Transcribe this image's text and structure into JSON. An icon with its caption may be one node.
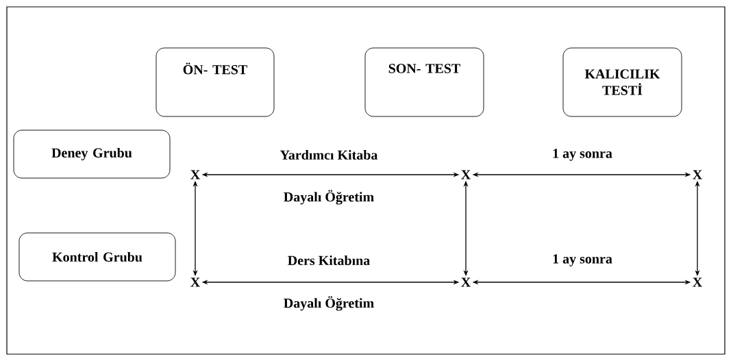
{
  "diagram": {
    "nodes": [
      {
        "text": [
          "ÖN- TEST"
        ]
      },
      {
        "text": [
          "SON- TEST"
        ]
      },
      {
        "text": [
          "KALICILIK TESTİ"
        ]
      },
      {
        "text": [
          "Deney Grubu"
        ]
      },
      {
        "text": [
          "Kontrol Grubu"
        ]
      },
      {
        "text": [
          "X"
        ]
      },
      {
        "text": [
          "X"
        ]
      },
      {
        "text": [
          "X"
        ]
      },
      {
        "text": [
          "X"
        ]
      },
      {
        "text": [
          "X"
        ]
      },
      {
        "text": [
          "X"
        ]
      }
    ],
    "edges": [
      {
        "from": 5,
        "to": 6,
        "arrow": "both"
      },
      {
        "from": 5,
        "to": 7,
        "arrow": "both"
      },
      {
        "from": 6,
        "to": 8,
        "arrow": "both"
      },
      {
        "from": 7,
        "to": 8,
        "arrow": "both"
      },
      {
        "from": 7,
        "to": 9,
        "arrow": "both"
      },
      {
        "from": 8,
        "to": 10,
        "arrow": "both"
      },
      {
        "from": 9,
        "to": 10,
        "arrow": "both"
      }
    ],
    "labels": [
      "Yardımcı Kitaba",
      "1 ay sonra",
      "Dayalı Öğretim",
      "Ders Kitabına",
      "1 ay sonra",
      "Dayalı Öğretim"
    ]
  }
}
